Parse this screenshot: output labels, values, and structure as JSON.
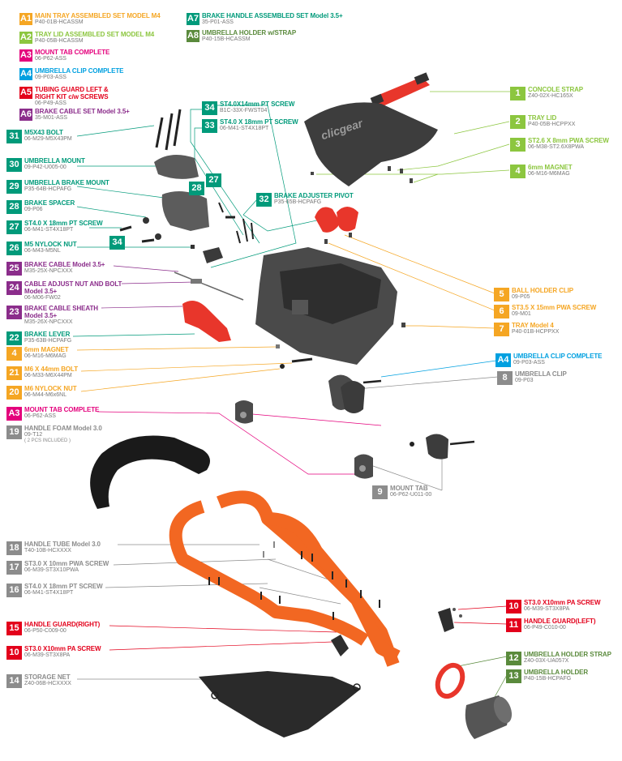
{
  "colors": {
    "orange": "#f5a623",
    "green": "#8cc63f",
    "magenta": "#e4007c",
    "blue": "#00a0e0",
    "red": "#e3001b",
    "purple": "#8b2d8b",
    "teal": "#009a7a",
    "olive": "#5a8a3c",
    "gray": "#8c8c8c",
    "part_orange": "#f26722",
    "part_red": "#e8362b",
    "part_dark": "#4a4a4a"
  },
  "sets": [
    {
      "id": "A1",
      "title": "MAIN TRAY ASSEMBLED SET MODEL M4",
      "code": "P40-01B-HCASSM",
      "color": "orange"
    },
    {
      "id": "A2",
      "title": "TRAY LID ASSEMBLED SET MODEL M4",
      "code": "P40-05B-HCASSM",
      "color": "green"
    },
    {
      "id": "A3",
      "title": "MOUNT TAB COMPLETE",
      "code": "06-P62-ASS",
      "color": "magenta"
    },
    {
      "id": "A4",
      "title": "UMBRELLA CLIP COMPLETE",
      "code": "09-P03-ASS",
      "color": "blue"
    },
    {
      "id": "A5",
      "title": "TUBING GUARD LEFT &",
      "title2": "RIGHT KIT c/w SCREWS",
      "code": "06-P49-ASS",
      "color": "red"
    },
    {
      "id": "A6",
      "title": "BRAKE CABLE SET Model 3.5+",
      "code": "35-M01-ASS",
      "color": "purple"
    },
    {
      "id": "A7",
      "title": "BRAKE HANDLE ASSEMBLED SET Model 3.5+",
      "code": "35-P01-ASS",
      "color": "teal"
    },
    {
      "id": "A8",
      "title": "UMBRELLA HOLDER w/STRAP",
      "code": "P40-15B-HCASSM",
      "color": "olive"
    }
  ],
  "parts": [
    {
      "id": "1",
      "title": "CONCOLE STRAP",
      "code": "Z40-02X-HC165X",
      "color": "green"
    },
    {
      "id": "2",
      "title": "TRAY LID",
      "code": "P40-05B-HCPPXX",
      "color": "green"
    },
    {
      "id": "3",
      "title": "ST2.6 X 8mm PWA SCREW",
      "code": "06-M38-ST2.6X8PWA",
      "color": "green"
    },
    {
      "id": "4",
      "title": "6mm MAGNET",
      "code": "06-M16-M6MAG",
      "color": "green"
    },
    {
      "id": "5",
      "title": "BALL HOLDER CLIP",
      "code": "09-P05",
      "color": "orange"
    },
    {
      "id": "6",
      "title": "ST3.5 X 15mm PWA SCREW",
      "code": "09-M01",
      "color": "orange"
    },
    {
      "id": "7",
      "title": "TRAY Model 4",
      "code": "P40-01B-HCPPXX",
      "color": "orange"
    },
    {
      "id": "A4",
      "title": "UMBRELLA CLIP COMPLETE",
      "code": "09-P03-ASS",
      "color": "blue"
    },
    {
      "id": "8",
      "title": "UMBRELLA CLIP",
      "code": "09-P03",
      "color": "gray"
    },
    {
      "id": "34",
      "title": "ST4.0X14mm PT SCREW",
      "code": "B1C-33X-FWST04",
      "color": "teal"
    },
    {
      "id": "33",
      "title": "ST4.0 X 18mm PT SCREW",
      "code": "06-M41-ST4X18PT",
      "color": "teal"
    },
    {
      "id": "31",
      "title": "M5X43 BOLT",
      "code": "06-M29-M5X43PM",
      "color": "teal"
    },
    {
      "id": "30",
      "title": "UMBRELLA MOUNT",
      "code": "09-P42-U005-00",
      "color": "teal"
    },
    {
      "id": "29",
      "title": "UMBRELLA BRAKE MOUNT",
      "code": "P35-64B-HCPAFG",
      "color": "teal"
    },
    {
      "id": "28",
      "title": "BRAKE SPACER",
      "code": "09-P06",
      "color": "teal"
    },
    {
      "id": "27",
      "title": "ST4.0 X 18mm PT SCREW",
      "code": "06-M41-ST4X18PT",
      "color": "teal"
    },
    {
      "id": "26",
      "title": "M5 NYLOCK NUT",
      "code": "06-M43-M5NL",
      "color": "teal"
    },
    {
      "id": "32",
      "title": "BRAKE ADJUSTER PIVOT",
      "code": "P35-65B-HCPAFG",
      "color": "teal"
    },
    {
      "id": "25",
      "title": "BRAKE CABLE Model 3.5+",
      "code": "M35-25X-NPCXXX",
      "color": "purple"
    },
    {
      "id": "24",
      "title": "CABLE ADJUST NUT AND BOLT",
      "title2": "Model 3.5+",
      "code": "06-M06-FW02",
      "color": "purple"
    },
    {
      "id": "23",
      "title": "BRAKE CABLE SHEATH",
      "title2": "Model 3.5+",
      "code": "M35-26X-NPCXXX",
      "color": "purple"
    },
    {
      "id": "22",
      "title": "BRAKE LEVER",
      "code": "P35-63B-HCPAFG",
      "color": "teal"
    },
    {
      "id": "4",
      "title": "6mm MAGNET",
      "code": "06-M16-M6MAG",
      "color": "orange"
    },
    {
      "id": "21",
      "title": "M6 X 44mm BOLT",
      "code": "06-M33-M6X44PM",
      "color": "orange"
    },
    {
      "id": "20",
      "title": "M6 NYLOCK NUT",
      "code": "06-M44-M6x6NL",
      "color": "orange"
    },
    {
      "id": "A3",
      "title": "MOUNT TAB COMPLETE",
      "code": "06-P62-ASS",
      "color": "magenta"
    },
    {
      "id": "19",
      "title": "HANDLE FOAM Model 3.0",
      "code": "09-T12",
      "note": "( 2 PCS INCLUDED )",
      "color": "gray"
    },
    {
      "id": "9",
      "title": "MOUNT TAB",
      "code": "06-P62-U011-00",
      "color": "gray"
    },
    {
      "id": "18",
      "title": "HANDLE TUBE Model 3.0",
      "code": "T40-10B-HCXXXX",
      "color": "gray"
    },
    {
      "id": "17",
      "title": "ST3.0 X 10mm PWA SCREW",
      "code": "06-M39-ST3X10PWA",
      "color": "gray"
    },
    {
      "id": "16",
      "title": "ST4.0 X 18mm PT SCREW",
      "code": "06-M41-ST4X18PT",
      "color": "gray"
    },
    {
      "id": "10",
      "title": "ST3.0 X10mm PA SCREW",
      "code": "06-M39-ST3X8PA",
      "color": "red"
    },
    {
      "id": "11",
      "title": "HANDLE GUARD(LEFT)",
      "code": "06-P49-C010-00",
      "color": "red"
    },
    {
      "id": "15",
      "title": "HANDLE GUARD(RIGHT)",
      "code": "06-P50-C009-00",
      "color": "red"
    },
    {
      "id": "10",
      "title": "ST3.0 X10mm PA SCREW",
      "code": "06-M39-ST3X8PA",
      "color": "red"
    },
    {
      "id": "12",
      "title": "UMBRELLA HOLDER STRAP",
      "code": "Z40-03X-UA057X",
      "color": "olive"
    },
    {
      "id": "13",
      "title": "UMBRELLA HOLDER",
      "code": "P40-15B-HCPAFG",
      "color": "olive"
    },
    {
      "id": "14",
      "title": "STORAGE NET",
      "code": "Z40-06B-HCXXXX",
      "color": "gray"
    }
  ],
  "brand_mark": "clicgear"
}
